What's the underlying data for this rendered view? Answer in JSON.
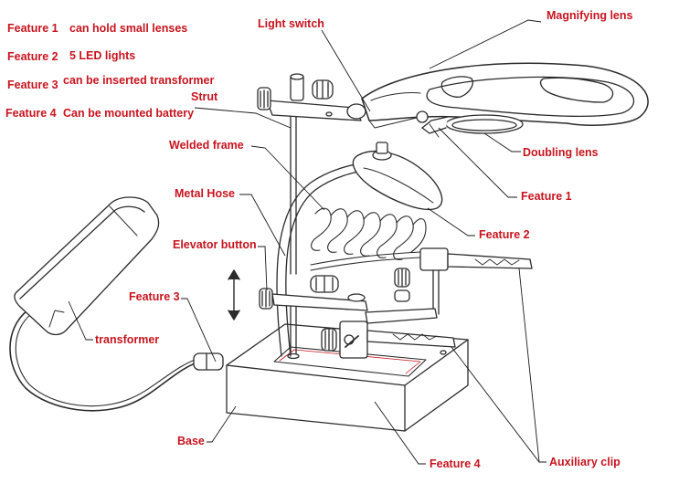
{
  "features": [
    {
      "key": "Feature 1",
      "desc": "can hold small lenses"
    },
    {
      "key": "Feature 2",
      "desc": "5 LED lights"
    },
    {
      "key": "Feature 3",
      "desc": "can be inserted transformer"
    },
    {
      "key": "Feature 4",
      "desc": "Can be mounted battery"
    }
  ],
  "callouts": {
    "light_switch": "Light switch",
    "magnifying_lens": "Magnifying lens",
    "strut": "Strut",
    "welded_frame": "Welded frame",
    "doubling_lens": "Doubling lens",
    "metal_hose": "Metal Hose",
    "feature_1": "Feature 1",
    "feature_2": "Feature 2",
    "elevator_button": "Elevator button",
    "feature_3": "Feature 3",
    "transformer": "transformer",
    "base": "Base",
    "feature_4": "Feature 4",
    "auxiliary_clip": "Auxiliary clip"
  },
  "colors": {
    "label_text": "#c8141e",
    "line_art": "#2b2b2b",
    "leader": "#1a1a1a"
  }
}
